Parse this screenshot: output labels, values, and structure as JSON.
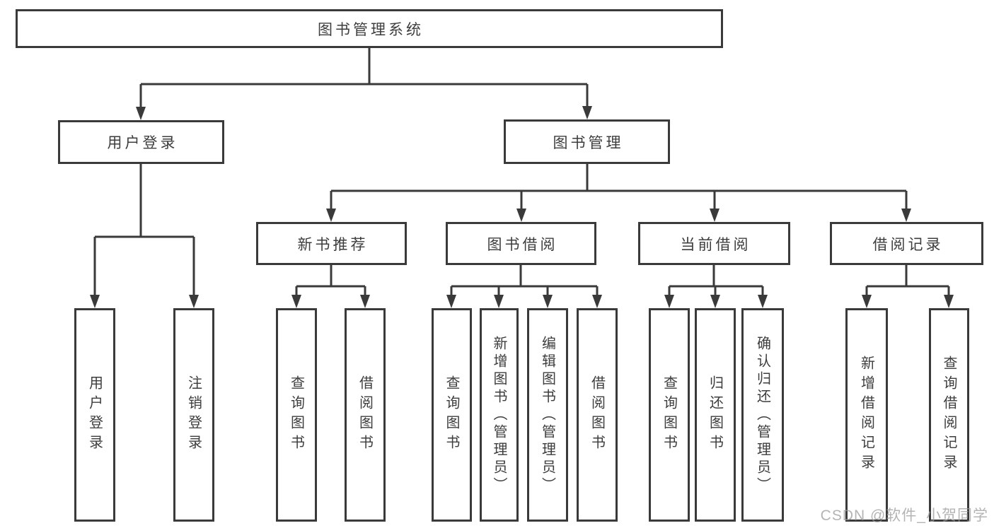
{
  "diagram": {
    "root": {
      "label": "图书管理系统"
    },
    "level2": [
      {
        "label": "用户登录",
        "leaves": [
          {
            "label": "用户登录"
          },
          {
            "label": "注销登录"
          }
        ]
      },
      {
        "label": "图书管理",
        "groups": [
          {
            "label": "新书推荐",
            "leaves": [
              {
                "label": "查询图书"
              },
              {
                "label": "借阅图书"
              }
            ]
          },
          {
            "label": "图书借阅",
            "leaves": [
              {
                "label": "查询图书"
              },
              {
                "label": "新增图书（管理员）"
              },
              {
                "label": "编辑图书（管理员）"
              },
              {
                "label": "借阅图书"
              }
            ]
          },
          {
            "label": "当前借阅",
            "leaves": [
              {
                "label": "查询图书"
              },
              {
                "label": "归还图书"
              },
              {
                "label": "确认归还（管理员）"
              }
            ]
          },
          {
            "label": "借阅记录",
            "leaves": [
              {
                "label": "新增借阅记录"
              },
              {
                "label": "查询借阅记录"
              }
            ]
          }
        ]
      }
    ]
  },
  "watermark": {
    "text": "CSDN @软件_小贺同学"
  },
  "colors": {
    "line": "#3a3a3a",
    "text": "#3d3d3d",
    "background": "#ffffff",
    "watermark": "#9b9b9b"
  }
}
